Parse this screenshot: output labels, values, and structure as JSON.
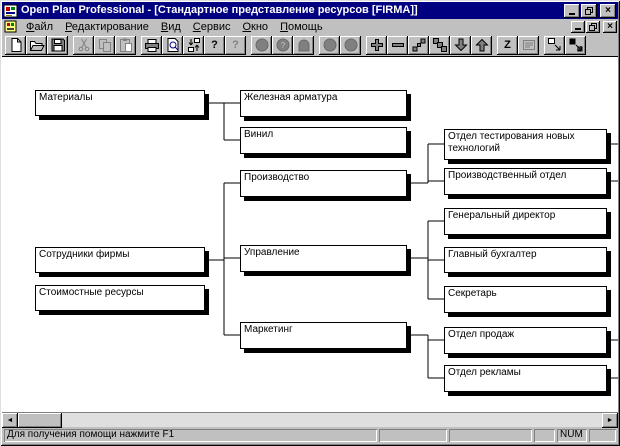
{
  "window": {
    "title": "Open Plan Professional - [Стандартное представление ресурсов [FIRMA]]",
    "close_glyph": "×",
    "scroll_left_glyph": "◄",
    "scroll_right_glyph": "►"
  },
  "menu": {
    "items": [
      {
        "label": "Файл"
      },
      {
        "label": "Редактирование"
      },
      {
        "label": "Вид"
      },
      {
        "label": "Сервис"
      },
      {
        "label": "Окно"
      },
      {
        "label": "Помощь"
      }
    ]
  },
  "toolbar": {
    "buttons": [
      {
        "name": "new-icon",
        "enabled": true
      },
      {
        "name": "open-icon",
        "enabled": true
      },
      {
        "name": "save-icon",
        "enabled": true
      },
      {
        "name": "cut-icon",
        "enabled": false
      },
      {
        "name": "copy-icon",
        "enabled": false
      },
      {
        "name": "paste-icon",
        "enabled": false
      },
      {
        "name": "print-icon",
        "enabled": true
      },
      {
        "name": "print-preview-icon",
        "enabled": true
      },
      {
        "name": "exchange-icon",
        "enabled": true
      },
      {
        "name": "help-icon",
        "enabled": true
      },
      {
        "name": "context-help-icon",
        "enabled": false
      },
      {
        "name": "circle-icon",
        "enabled": false
      },
      {
        "name": "circle-question-icon",
        "enabled": false
      },
      {
        "name": "arch-icon",
        "enabled": false
      },
      {
        "name": "circle-a-icon",
        "enabled": false
      },
      {
        "name": "circle-b-icon",
        "enabled": false
      },
      {
        "name": "plus-icon",
        "enabled": true
      },
      {
        "name": "minus-icon",
        "enabled": true
      },
      {
        "name": "link-dots-icon",
        "enabled": true
      },
      {
        "name": "steps-icon",
        "enabled": true
      },
      {
        "name": "arrow-down-icon",
        "enabled": true
      },
      {
        "name": "arrow-up-icon",
        "enabled": true
      },
      {
        "name": "z-order-icon",
        "enabled": true
      },
      {
        "name": "notes-icon",
        "enabled": false
      },
      {
        "name": "fit-window-icon",
        "enabled": true
      },
      {
        "name": "zoom-expand-icon",
        "enabled": true
      }
    ],
    "help_glyph": "?",
    "z_glyph": "Z"
  },
  "tree": {
    "nodes": [
      {
        "label": "Материалы"
      },
      {
        "label": "Железная арматура"
      },
      {
        "label": "Винил"
      },
      {
        "label": "Производство"
      },
      {
        "label": "Сотрудники фирмы"
      },
      {
        "label": "Управление"
      },
      {
        "label": "Стоимостные ресурсы"
      },
      {
        "label": "Маркетинг"
      },
      {
        "label": "Отдел тестирования новых технологий"
      },
      {
        "label": "Производственный отдел"
      },
      {
        "label": "Генеральный директор"
      },
      {
        "label": "Главный бухгалтер"
      },
      {
        "label": "Секретарь"
      },
      {
        "label": "Отдел продаж"
      },
      {
        "label": "Отдел рекламы"
      }
    ]
  },
  "statusbar": {
    "help_text": "Для получения помощи нажмите F1",
    "num_label": "NUM"
  },
  "colors": {
    "titlebar": "#000080",
    "chrome": "#c0c0c0",
    "canvas": "#ffffff",
    "disabled": "#808080"
  }
}
